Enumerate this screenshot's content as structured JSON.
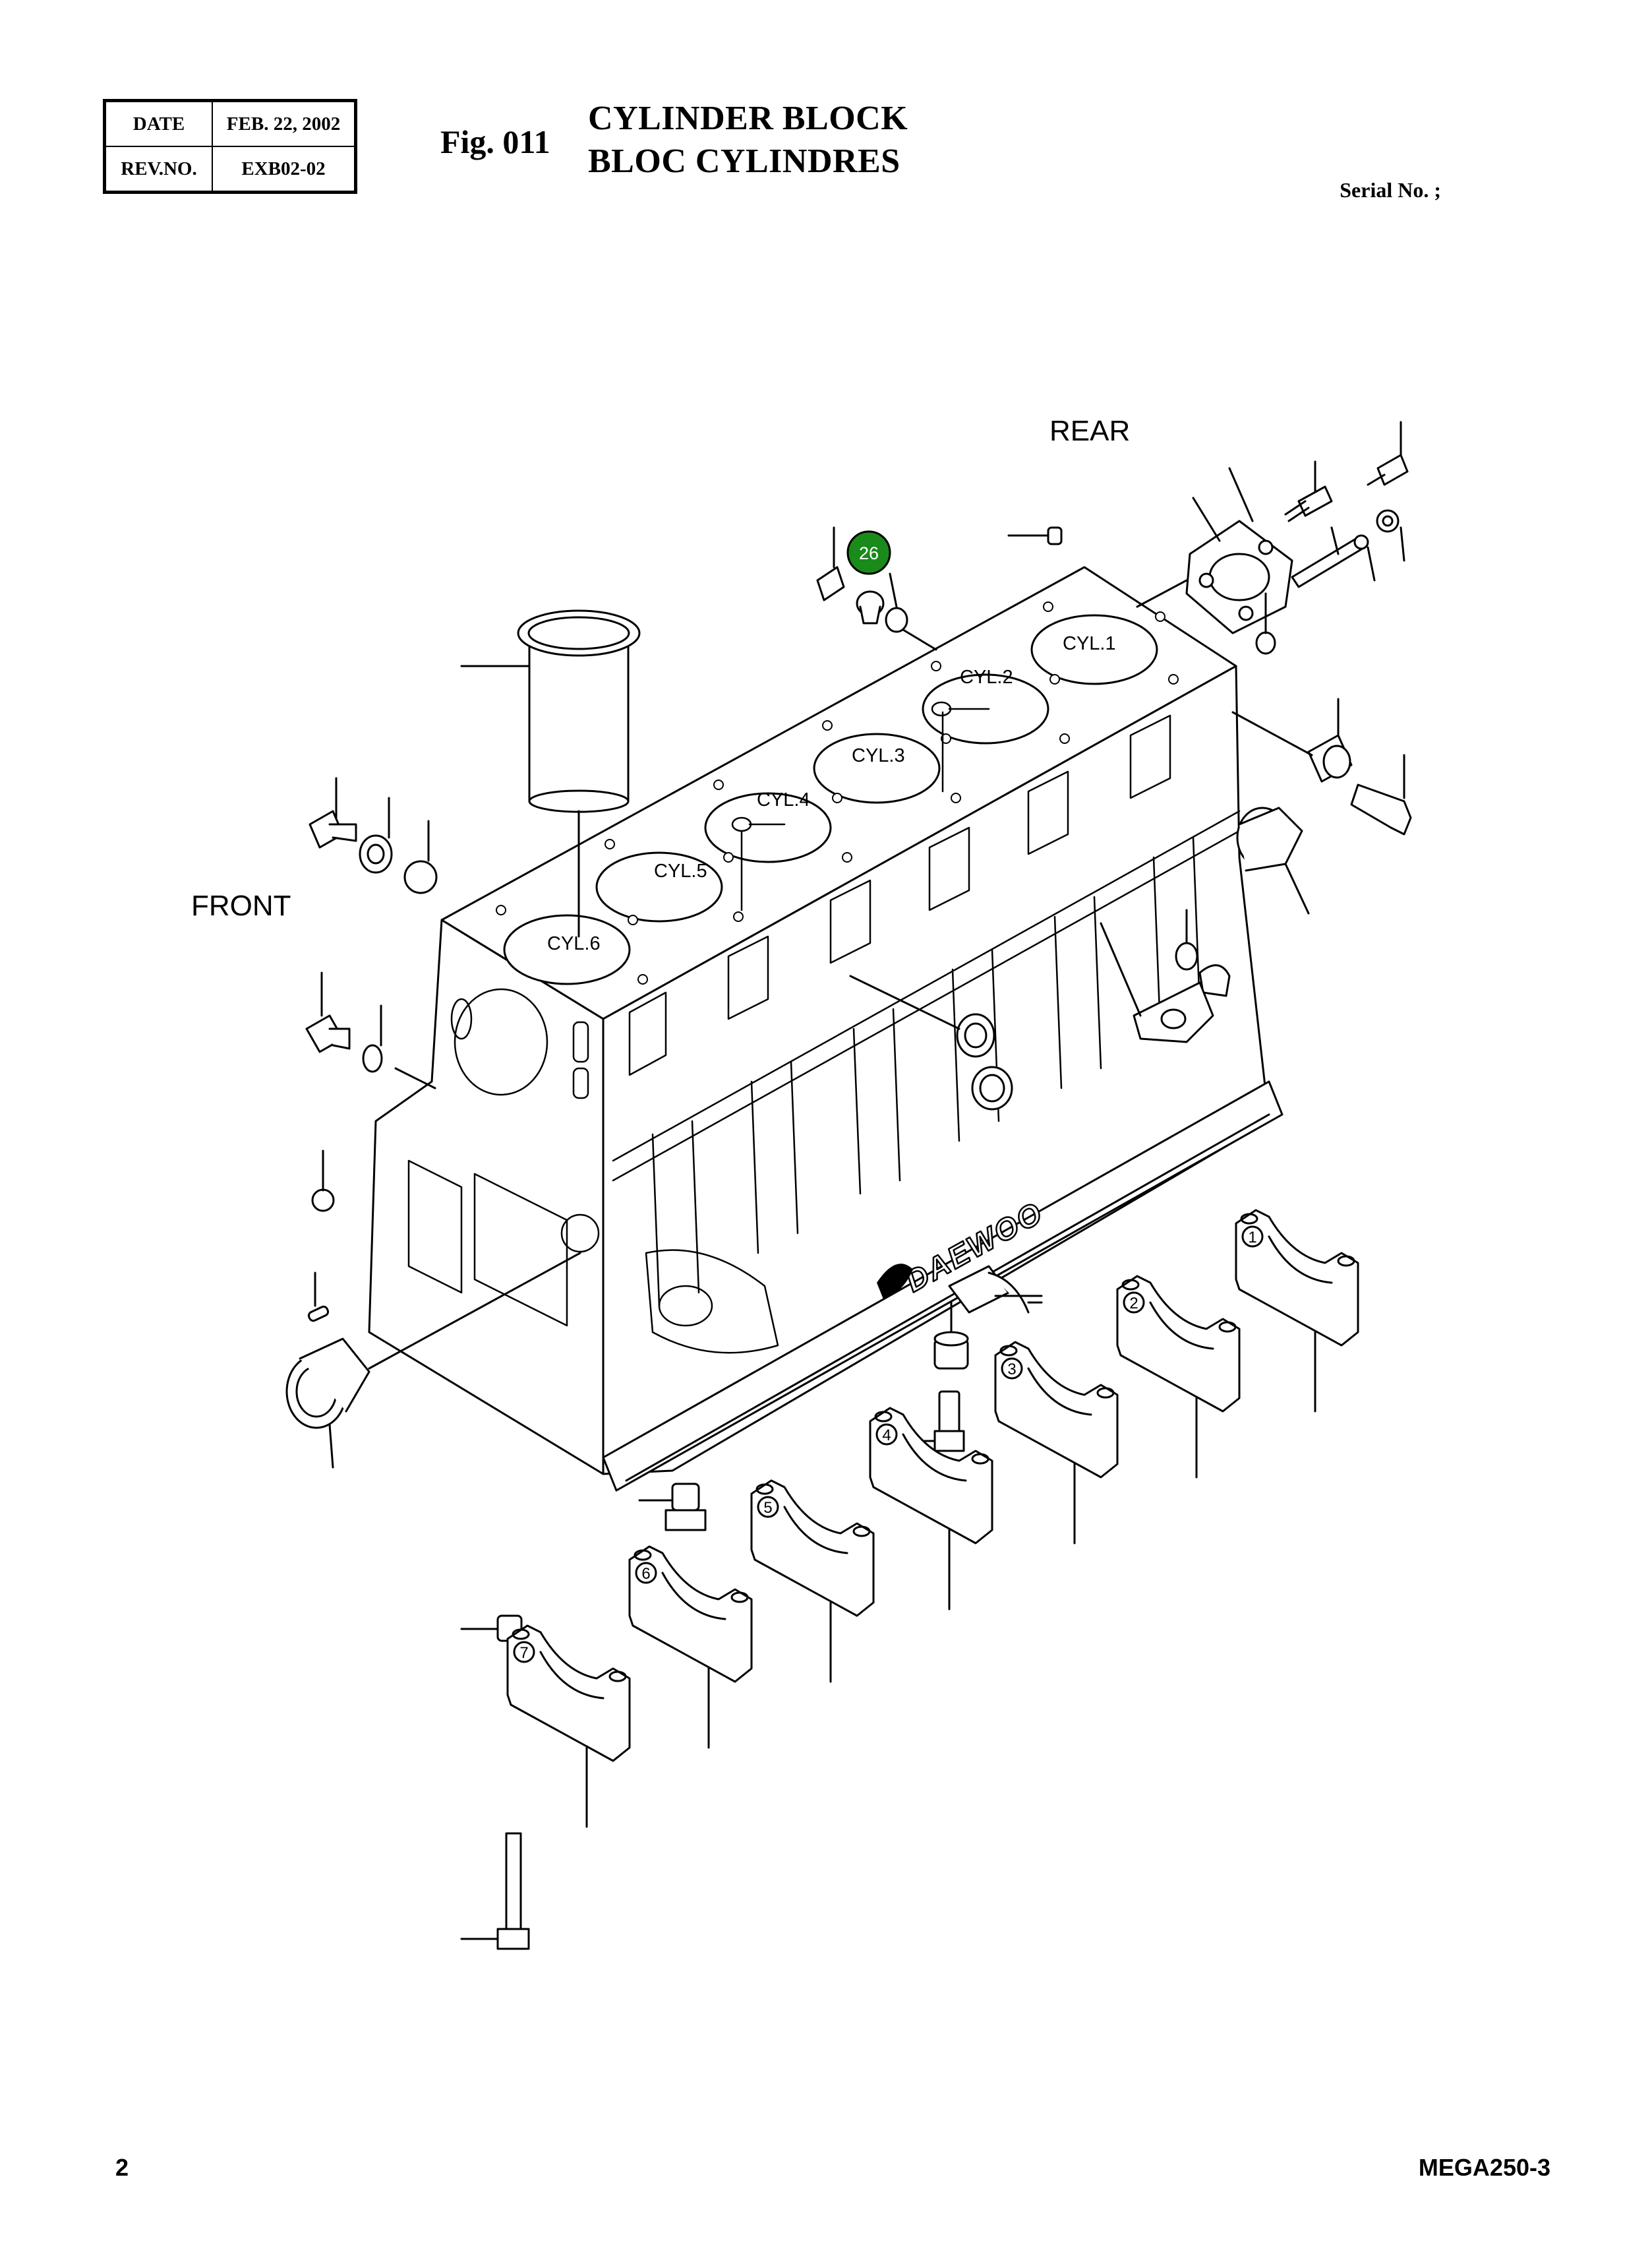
{
  "header": {
    "date_label": "DATE",
    "date_value": "FEB. 22, 2002",
    "rev_label": "REV.NO.",
    "rev_value": "EXB02-02",
    "fig_label": "Fig. 011",
    "title_en": "CYLINDER BLOCK",
    "title_fr": "BLOC CYLINDRES",
    "serial": "Serial No. ;"
  },
  "drawing": {
    "rear_label": "REAR",
    "front_label": "FRONT",
    "cylinders": [
      "CYL.1",
      "CYL.2",
      "CYL.3",
      "CYL.4",
      "CYL.5",
      "CYL.6"
    ],
    "callout": "26",
    "callout_color": "#1a8a1a",
    "brand_text": "DAEWOO",
    "bearing_caps": [
      "1",
      "2",
      "3",
      "4",
      "5",
      "6",
      "7"
    ]
  },
  "footer": {
    "page_number": "2",
    "model": "MEGA250-3"
  }
}
